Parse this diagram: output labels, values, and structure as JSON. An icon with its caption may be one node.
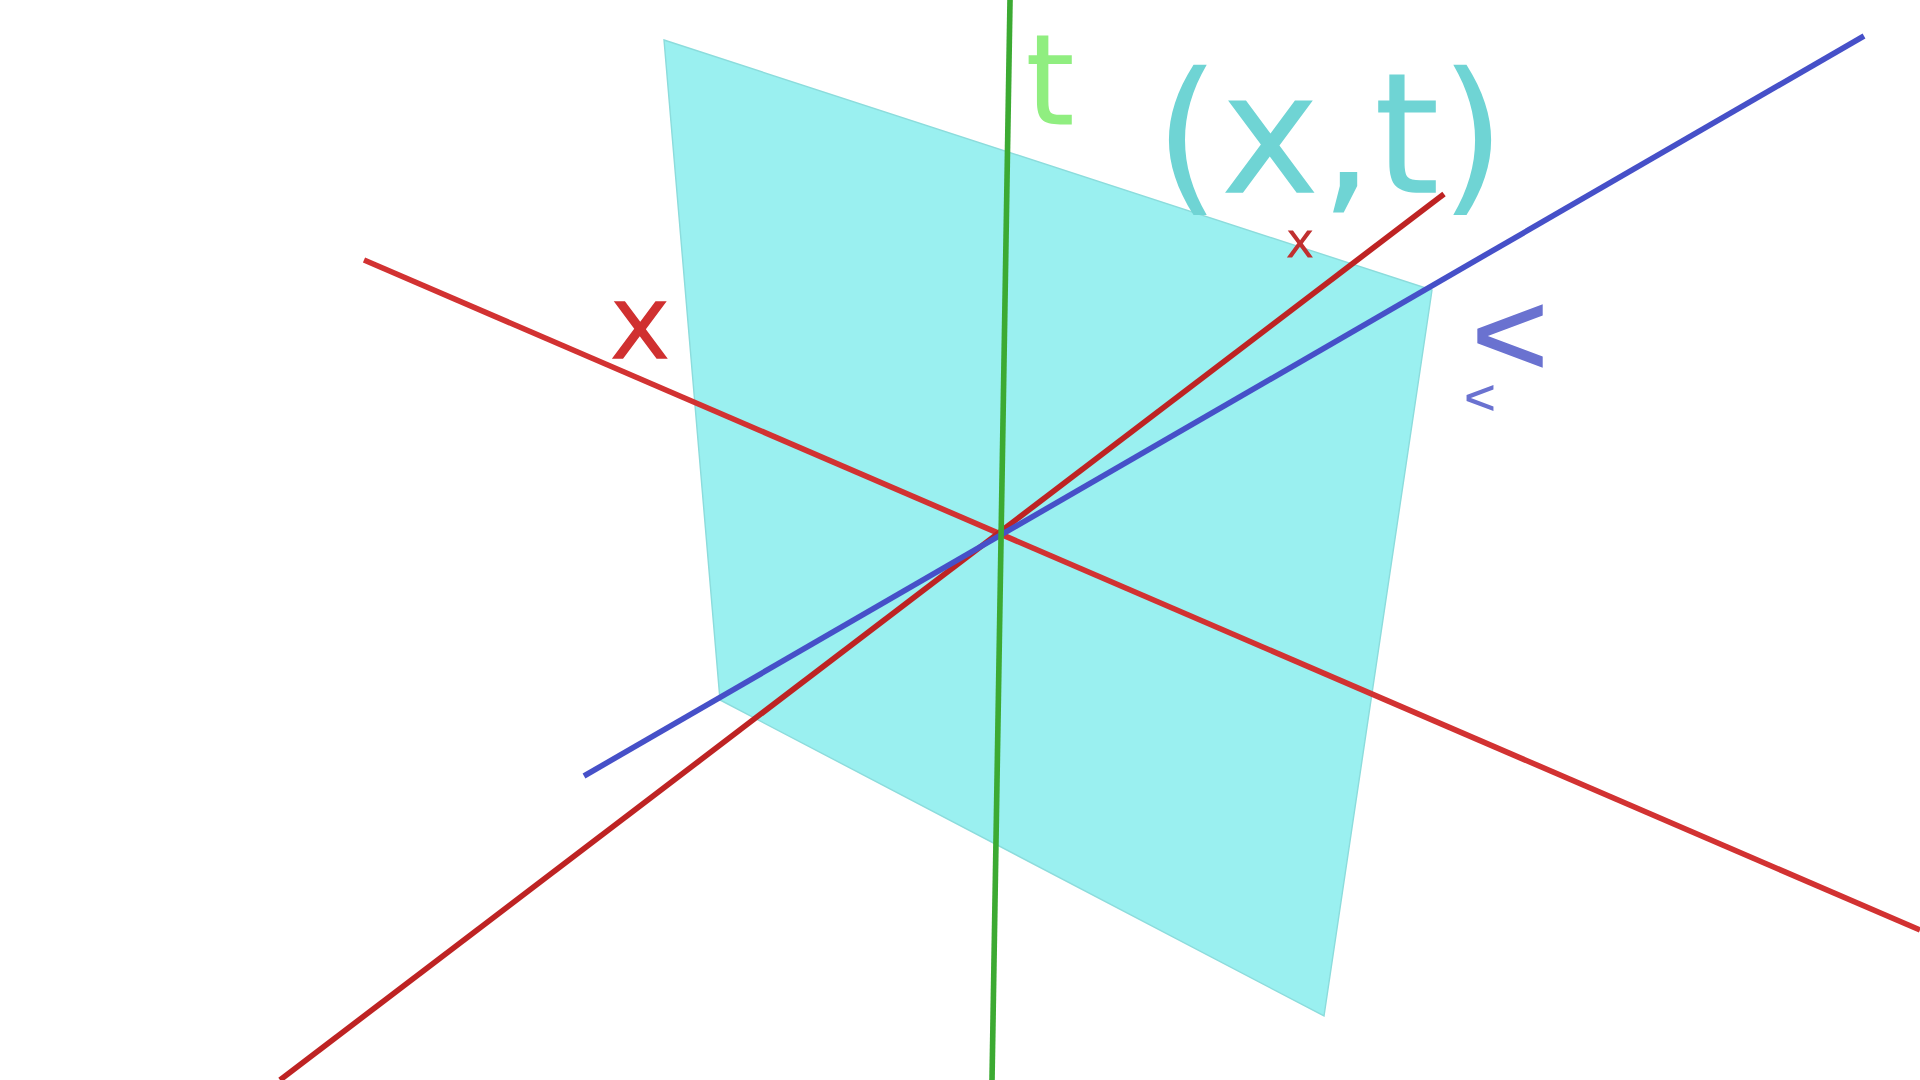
{
  "diagram": {
    "labels": [
      "t",
      "(x,t)",
      "x",
      "v",
      "x",
      "v"
    ]
  }
}
